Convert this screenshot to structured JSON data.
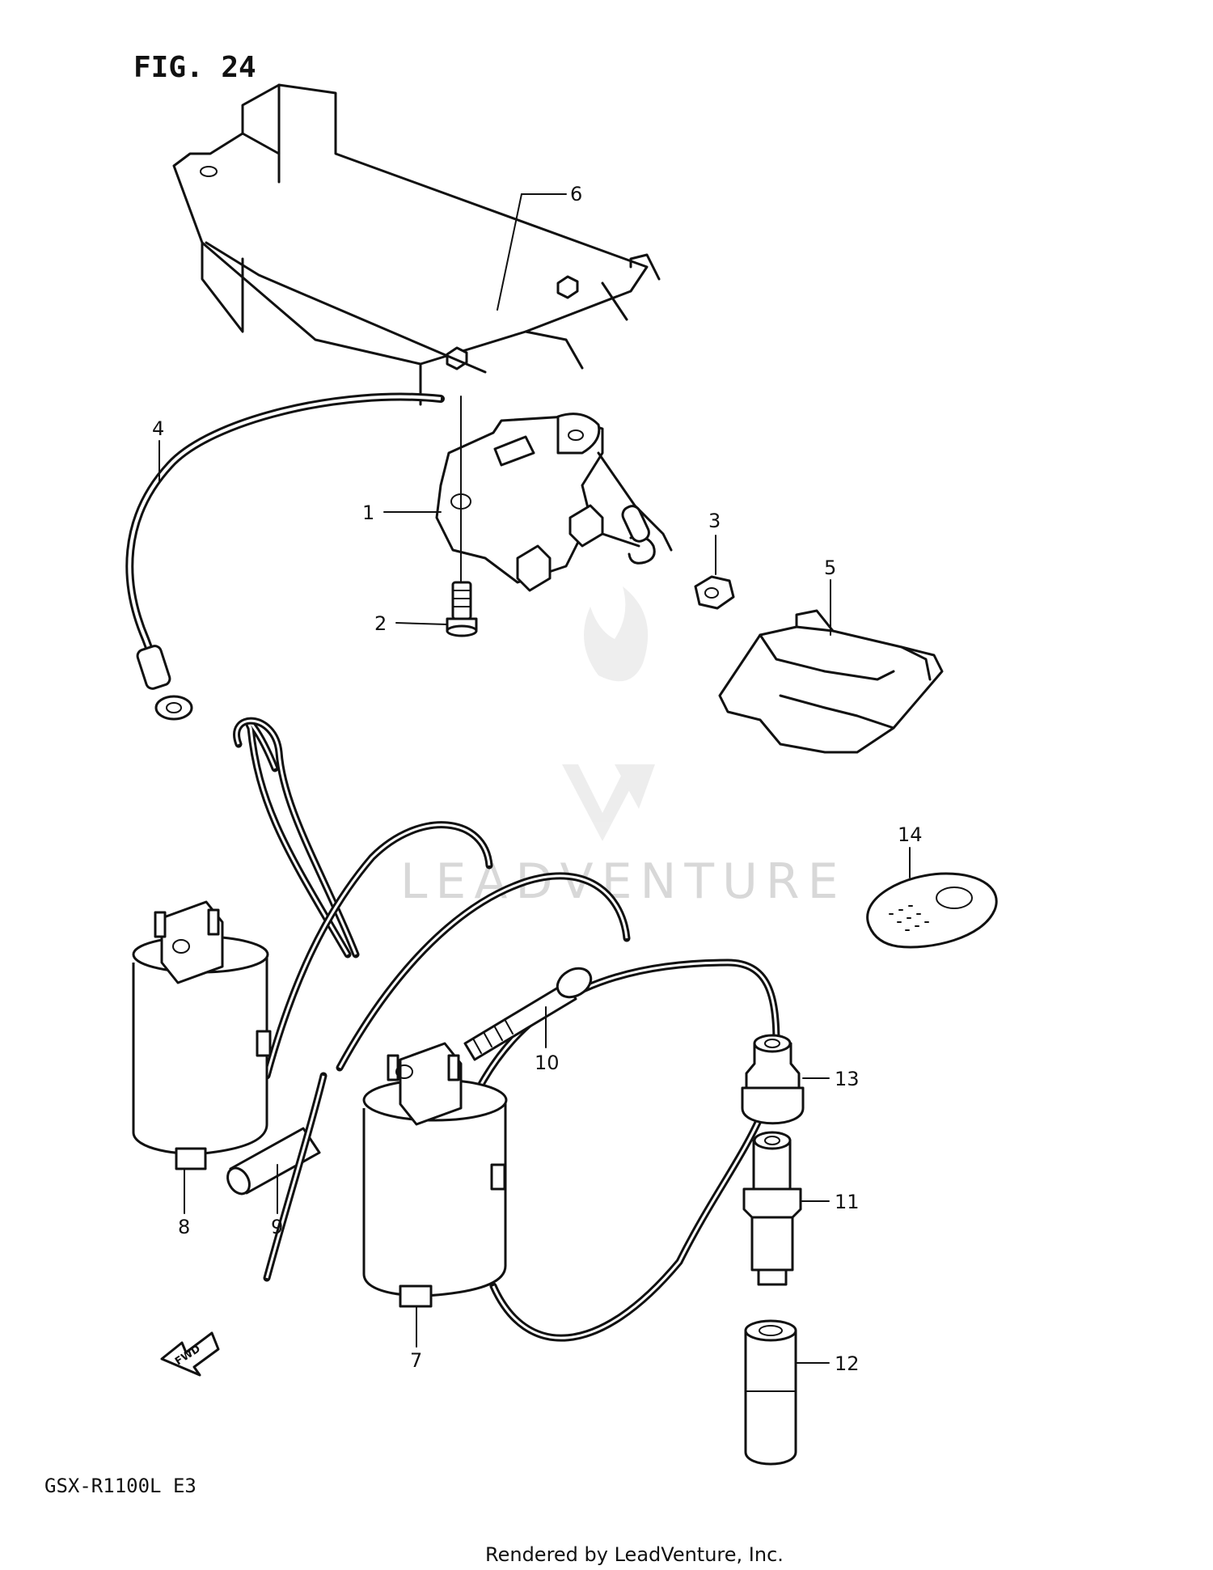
{
  "figure": {
    "title": "FIG. 24",
    "model": "GSX-R1100L  E3",
    "footer": "Rendered by LeadVenture, Inc.",
    "watermark": "LEADVENTURE",
    "fwd_label": "FWD"
  },
  "callouts": [
    {
      "id": "1",
      "label": "1"
    },
    {
      "id": "2",
      "label": "2"
    },
    {
      "id": "3",
      "label": "3"
    },
    {
      "id": "4",
      "label": "4"
    },
    {
      "id": "5",
      "label": "5"
    },
    {
      "id": "6",
      "label": "6"
    },
    {
      "id": "7",
      "label": "7"
    },
    {
      "id": "8",
      "label": "8"
    },
    {
      "id": "9",
      "label": "9"
    },
    {
      "id": "10",
      "label": "10"
    },
    {
      "id": "11",
      "label": "11"
    },
    {
      "id": "12",
      "label": "12"
    },
    {
      "id": "13",
      "label": "13"
    },
    {
      "id": "14",
      "label": "14"
    }
  ],
  "colors": {
    "ink": "#111111",
    "watermark": "#d8d8d8",
    "background": "#ffffff"
  }
}
